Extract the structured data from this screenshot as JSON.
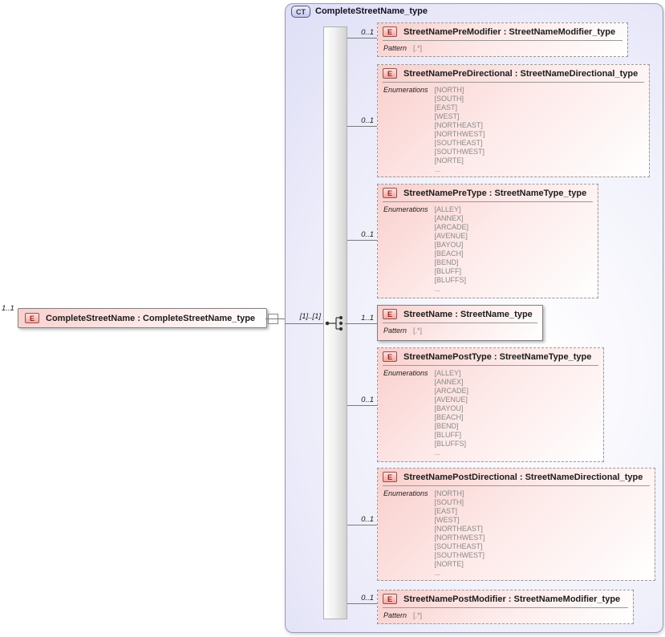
{
  "root_element": {
    "cardinality": "1..1",
    "badge": "E",
    "label": "CompleteStreetName : CompleteStreetName_type"
  },
  "complex_type": {
    "badge": "CT",
    "title": "CompleteStreetName_type",
    "sequence_cardinality": "[1]..[1]"
  },
  "elements": [
    {
      "cardinality": "0..1",
      "badge": "E",
      "title": "StreetNamePreModifier : StreetNameModifier_type",
      "facet_label": "Pattern",
      "facet_values": [
        "[.*]"
      ]
    },
    {
      "cardinality": "0..1",
      "badge": "E",
      "title": "StreetNamePreDirectional : StreetNameDirectional_type",
      "facet_label": "Enumerations",
      "facet_values": [
        "[NORTH]",
        "[SOUTH]",
        "[EAST]",
        "[WEST]",
        "[NORTHEAST]",
        "[NORTHWEST]",
        "[SOUTHEAST]",
        "[SOUTHWEST]",
        "[NORTE]",
        "..."
      ]
    },
    {
      "cardinality": "0..1",
      "badge": "E",
      "title": "StreetNamePreType : StreetNameType_type",
      "facet_label": "Enumerations",
      "facet_values": [
        "[ALLEY]",
        "[ANNEX]",
        "[ARCADE]",
        "[AVENUE]",
        "[BAYOU]",
        "[BEACH]",
        "[BEND]",
        "[BLUFF]",
        "[BLUFFS]",
        "..."
      ]
    },
    {
      "cardinality": "1..1",
      "badge": "E",
      "title": "StreetName : StreetName_type",
      "facet_label": "Pattern",
      "facet_values": [
        "[.*]"
      ]
    },
    {
      "cardinality": "0..1",
      "badge": "E",
      "title": "StreetNamePostType : StreetNameType_type",
      "facet_label": "Enumerations",
      "facet_values": [
        "[ALLEY]",
        "[ANNEX]",
        "[ARCADE]",
        "[AVENUE]",
        "[BAYOU]",
        "[BEACH]",
        "[BEND]",
        "[BLUFF]",
        "[BLUFFS]",
        "..."
      ]
    },
    {
      "cardinality": "0..1",
      "badge": "E",
      "title": "StreetNamePostDirectional : StreetNameDirectional_type",
      "facet_label": "Enumerations",
      "facet_values": [
        "[NORTH]",
        "[SOUTH]",
        "[EAST]",
        "[WEST]",
        "[NORTHEAST]",
        "[NORTHWEST]",
        "[SOUTHEAST]",
        "[SOUTHWEST]",
        "[NORTE]",
        "..."
      ]
    },
    {
      "cardinality": "0..1",
      "badge": "E",
      "title": "StreetNamePostModifier : StreetNameModifier_type",
      "facet_label": "Pattern",
      "facet_values": [
        "[.*]"
      ]
    }
  ]
}
